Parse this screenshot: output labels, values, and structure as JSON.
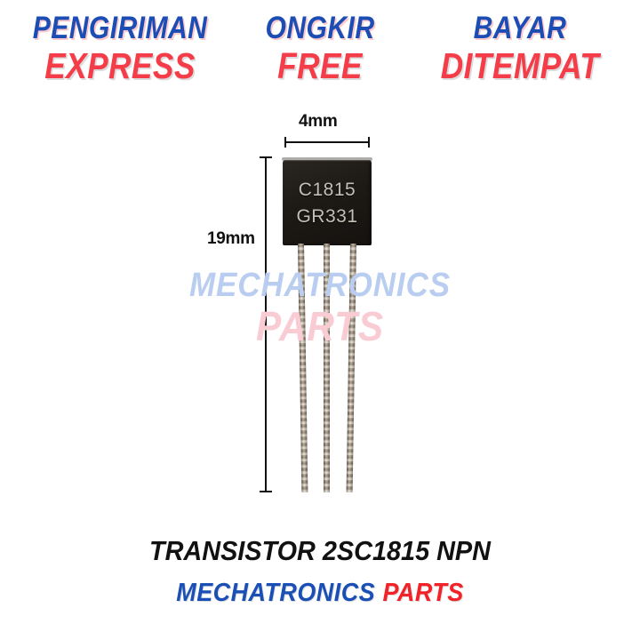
{
  "promos": [
    {
      "top": "PENGIRIMAN",
      "bottom": "EXPRESS"
    },
    {
      "top": "ONGKIR",
      "bottom": "FREE"
    },
    {
      "top": "BAYAR",
      "bottom": "DITEMPAT"
    }
  ],
  "dimensions": {
    "width_label": "4mm",
    "height_label": "19mm"
  },
  "component": {
    "marking_line_1": "C1815",
    "marking_line_2": "GR331",
    "lead_count": 3
  },
  "watermark": {
    "line_1": "MECHATRONICS",
    "line_2": "PARTS"
  },
  "caption": {
    "title": "TRANSISTOR 2SC1815 NPN",
    "brand_primary": "MECHATRONICS",
    "brand_secondary": "PARTS"
  },
  "colors": {
    "promo_blue": "#1b4db5",
    "promo_red": "#f43d48",
    "brand_blue": "#1a4fb5",
    "brand_red": "#f22229",
    "watermark_blue": "#b9cdf0",
    "watermark_pink": "#f9ccd4",
    "body_black": "#1d1a16",
    "marking_gray": "#c2bfb6",
    "background": "#ffffff"
  }
}
